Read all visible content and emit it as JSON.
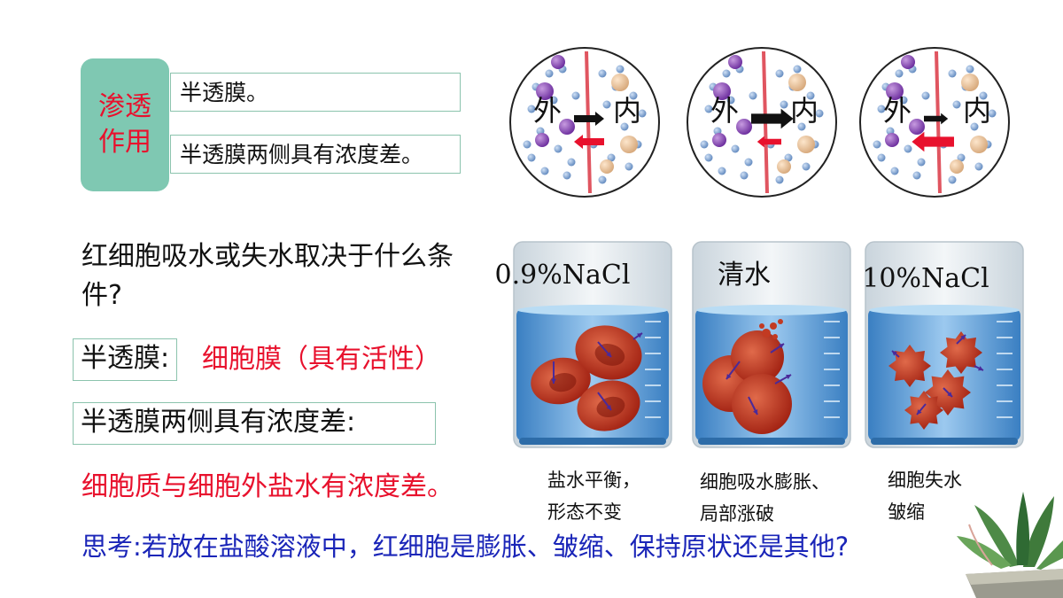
{
  "osmosis": {
    "label": "渗透作用",
    "condition1": "半透膜。",
    "condition2": "半透膜两侧具有浓度差。"
  },
  "diagram": {
    "outside": "外",
    "inside": "内"
  },
  "beakers": [
    {
      "solution": "0.9%NaCl",
      "caption_line1": "盐水平衡，",
      "caption_line2": "形态不变"
    },
    {
      "solution": "清水",
      "caption_line1": "细胞吸水膨胀、",
      "caption_line2": "局部涨破"
    },
    {
      "solution": "10%NaCl",
      "caption_line1": "细胞失水",
      "caption_line2": "皱缩"
    }
  ],
  "question": "红细胞吸水或失水取决于什么条件?",
  "membrane": {
    "label": "半透膜:",
    "value": "细胞膜（具有活性）"
  },
  "gradient": {
    "label": "半透膜两侧具有浓度差:"
  },
  "conclusion": "细胞质与细胞外盐水有浓度差。",
  "think": "思考:若放在盐酸溶液中，红细胞是膨胀、皱缩、保持原状还是其他?",
  "colors": {
    "accent_green": "#7fc8b2",
    "red_text": "#e8112d",
    "blue_text": "#1a25b8"
  }
}
